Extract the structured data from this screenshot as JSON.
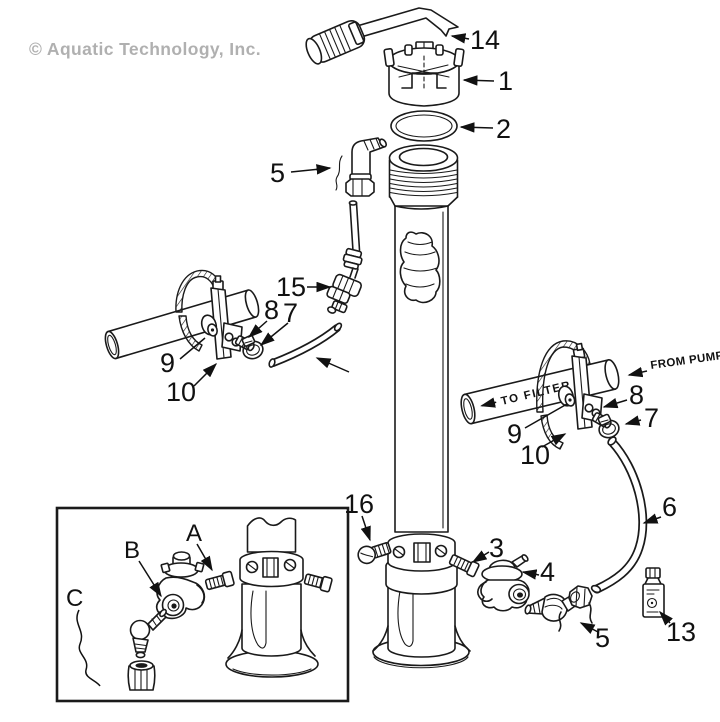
{
  "diagram": {
    "copyright": "© Aquatic Technology, Inc.",
    "annotations": {
      "from_pump": "FROM PUMP",
      "to_filter": "TO FILTER"
    },
    "part_labels": {
      "p1": "1",
      "p2": "2",
      "p3": "3",
      "p4": "4",
      "p5_top": "5",
      "p5_bottom": "5",
      "p6": "6",
      "p7_left": "7",
      "p7_right": "7",
      "p8_left": "8",
      "p8_right": "8",
      "p9_left": "9",
      "p9_right": "9",
      "p10_left": "10",
      "p10_right": "10",
      "p13": "13",
      "p14": "14",
      "p15": "15",
      "p16": "16"
    },
    "inset_labels": {
      "a": "A",
      "b": "B",
      "c": "C"
    },
    "colors": {
      "line": "#1a1a1a",
      "copyright_text": "#b0b0b0",
      "background": "#ffffff"
    }
  }
}
